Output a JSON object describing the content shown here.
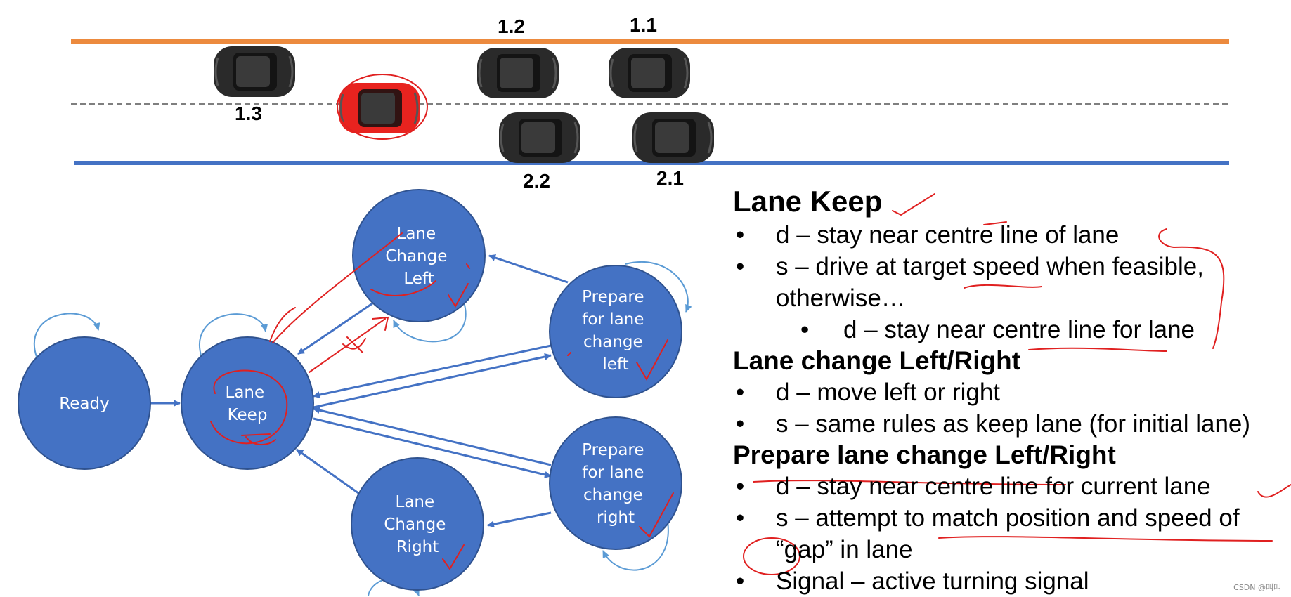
{
  "road": {
    "vehicles": [
      {
        "id": "1.3",
        "label": "1.3"
      },
      {
        "id": "1.2",
        "label": "1.2"
      },
      {
        "id": "1.1",
        "label": "1.1"
      },
      {
        "id": "2.2",
        "label": "2.2"
      },
      {
        "id": "2.1",
        "label": "2.1"
      }
    ],
    "colors": {
      "top_line": "#EC8A3E",
      "bottom_line": "#4472C4",
      "ego_car": "#E8231F",
      "other_cars": "#2A2A2A"
    }
  },
  "state_machine": {
    "node_color": "#4472C4",
    "nodes": {
      "ready": [
        "Ready"
      ],
      "lane_keep": [
        "Lane",
        "Keep"
      ],
      "lane_change_left": [
        "Lane",
        "Change",
        "Left"
      ],
      "prepare_left": [
        "Prepare",
        "for lane",
        "change",
        "left"
      ],
      "prepare_right": [
        "Prepare",
        "for lane",
        "change",
        "right"
      ],
      "lane_change_right": [
        "Lane",
        "Change",
        "Right"
      ]
    }
  },
  "notes": {
    "lane_keep": {
      "title": "Lane Keep",
      "bullets": [
        "d – stay near centre line of lane",
        "s – drive at target speed when feasible,"
      ],
      "continuation": "otherwise…",
      "sub_bullet": "d – stay near centre line for lane"
    },
    "lane_change": {
      "title": "Lane change Left/Right",
      "bullets": [
        "d – move left or right",
        "s – same rules as keep lane (for initial lane)"
      ]
    },
    "prepare": {
      "title": "Prepare lane change Left/Right",
      "bullets": [
        "d – stay near centre line for current lane",
        "s – attempt to match position and speed of"
      ],
      "continuation": "“gap” in lane",
      "last_bullet": "Signal – active turning signal"
    },
    "bullet_char": "•"
  },
  "watermark": "CSDN @叫叫",
  "annotation_color": "#E02020"
}
